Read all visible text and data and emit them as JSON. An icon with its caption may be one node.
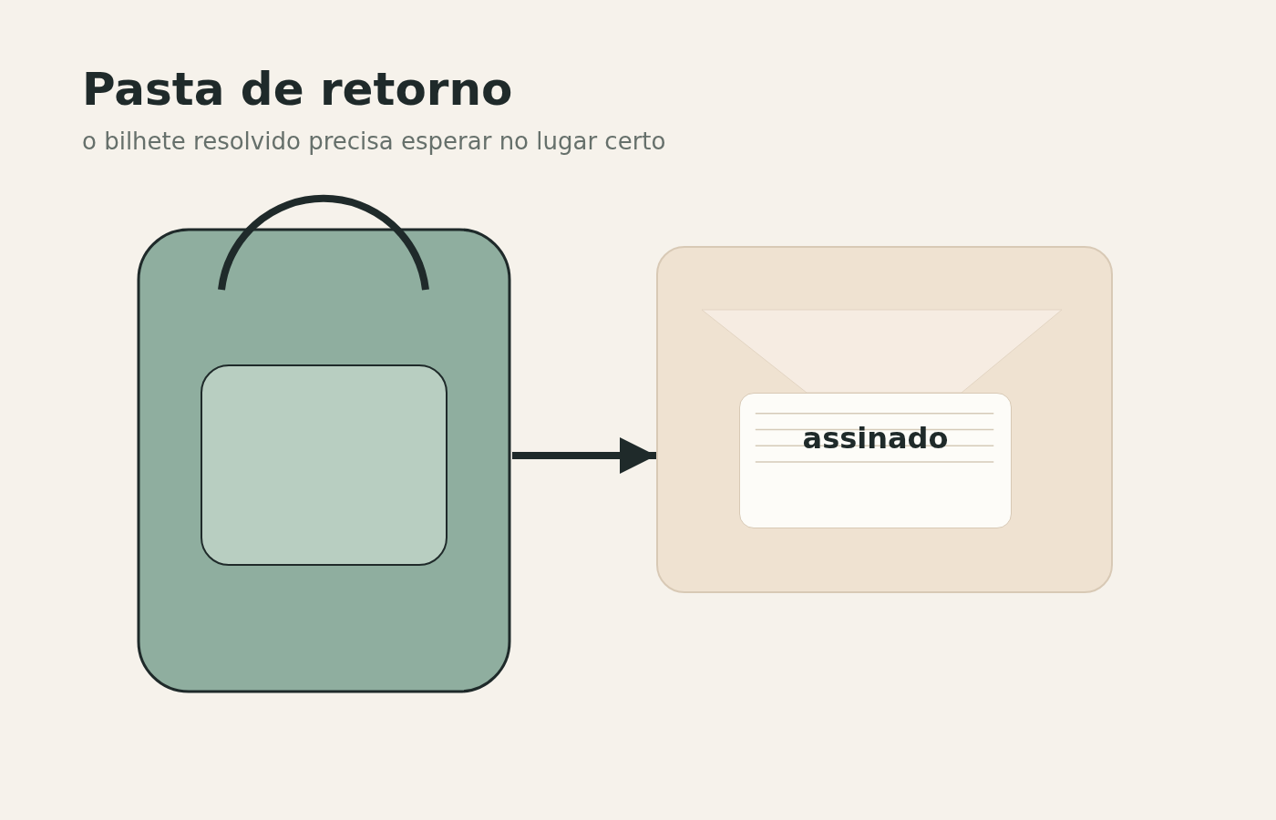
{
  "diagram": {
    "title": "Pasta de retorno",
    "nodes": [
      {
        "text": [],
        "shape": "picture"
      },
      {
        "text": [],
        "shape": "picture"
      },
      {
        "text": [
          "assinado"
        ],
        "in": 1
      }
    ],
    "edges": [
      {
        "from": 0,
        "to": 1,
        "arrow": "to"
      }
    ],
    "labels": [
      "o bilhete resolvido precisa esperar no lugar certo"
    ]
  }
}
